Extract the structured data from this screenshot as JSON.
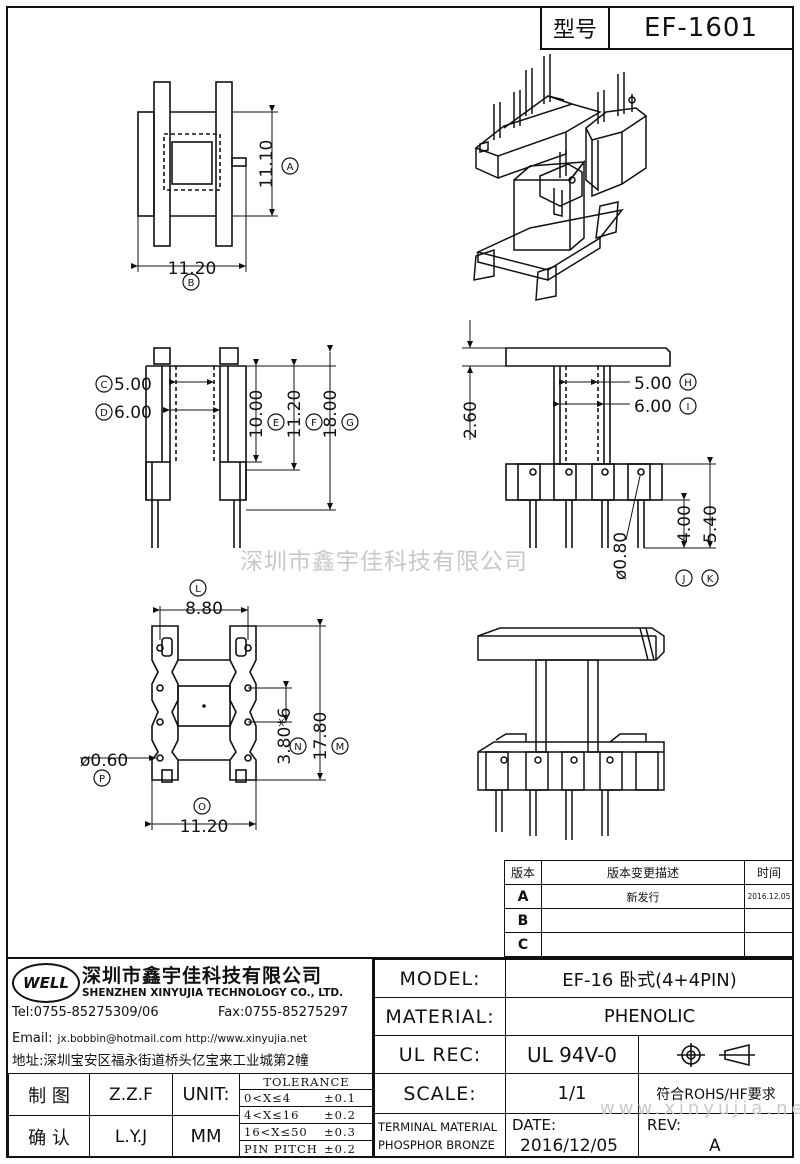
{
  "header": {
    "type_label": "型号",
    "model_code": "EF-1601"
  },
  "watermark": "深圳市鑫宇佳科技有限公司",
  "watermark_url": "www.xinyujia.net",
  "dims": {
    "top_view": {
      "width": "11.20",
      "width_ref": "B",
      "height": "11.10",
      "height_ref": "A"
    },
    "front_view": {
      "c": "5.00",
      "c_ref": "C",
      "d": "6.00",
      "d_ref": "D",
      "e": "10.00",
      "e_ref": "E",
      "f": "11.20",
      "f_ref": "F",
      "g": "18.00",
      "g_ref": "G"
    },
    "side_view": {
      "t": "2.60",
      "h": "5.00",
      "h_ref": "H",
      "i": "6.00",
      "i_ref": "I",
      "pin": "ø0.80",
      "j": "4.00",
      "j_ref": "J",
      "k": "5.40",
      "k_ref": "K"
    },
    "bottom_view": {
      "l": "8.80",
      "l_ref": "L",
      "n": "3.80*6",
      "n_ref": "N",
      "m": "17.80",
      "m_ref": "M",
      "p": "ø0.60",
      "p_ref": "P",
      "o": "11.20",
      "o_ref": "O"
    }
  },
  "revisions": {
    "headers": [
      "版本",
      "版本变更描述",
      "时间"
    ],
    "rows": [
      {
        "rev": "A",
        "desc": "新发行",
        "date": "2016.12.05"
      },
      {
        "rev": "B",
        "desc": "",
        "date": ""
      },
      {
        "rev": "C",
        "desc": "",
        "date": ""
      }
    ]
  },
  "company": {
    "logo_text": "WELL",
    "name_cn": "深圳市鑫宇佳科技有限公司",
    "name_en": "SHENZHEN XINYUJIA TECHNOLOGY CO., LTD.",
    "tel": "Tel:0755-85275309/06",
    "fax": "Fax:0755-85275297",
    "email": "Email:",
    "email_value": "jx.bobbin@hotmail.com http://www.xinyujia.net",
    "address": "地址:深圳宝安区福永街道桥头亿宝来工业城第2幢"
  },
  "titleblock": {
    "model_label": "MODEL:",
    "model_value": "EF-16 卧式(4+4PIN)",
    "material_label": "MATERIAL:",
    "material_value": "PHENOLIC",
    "ulrec_label": "UL REC:",
    "ulrec_value": "UL 94V-0",
    "scale_label": "SCALE:",
    "scale_value": "1/1",
    "compliance": "符合ROHS/HF要求",
    "draw_label": "制 图",
    "draw_value": "Z.Z.F",
    "confirm_label": "确 认",
    "confirm_value": "L.Y.J",
    "unit_label": "UNIT:",
    "unit_value": "MM",
    "tolerance_title": "TOLERANCE",
    "tolerance_rows": [
      {
        "range": "0<X≤4",
        "value": "±0.1"
      },
      {
        "range": "4<X≤16",
        "value": "±0.2"
      },
      {
        "range": "16<X≤50",
        "value": "±0.3"
      },
      {
        "range": "PIN PITCH",
        "value": "±0.2"
      }
    ],
    "terminal_line1": "TERMINAL MATERIAL",
    "terminal_line2": "PHOSPHOR BRONZE",
    "date_label": "DATE:",
    "date_value": "2016/12/05",
    "rev_label": "REV:",
    "rev_value": "A"
  }
}
